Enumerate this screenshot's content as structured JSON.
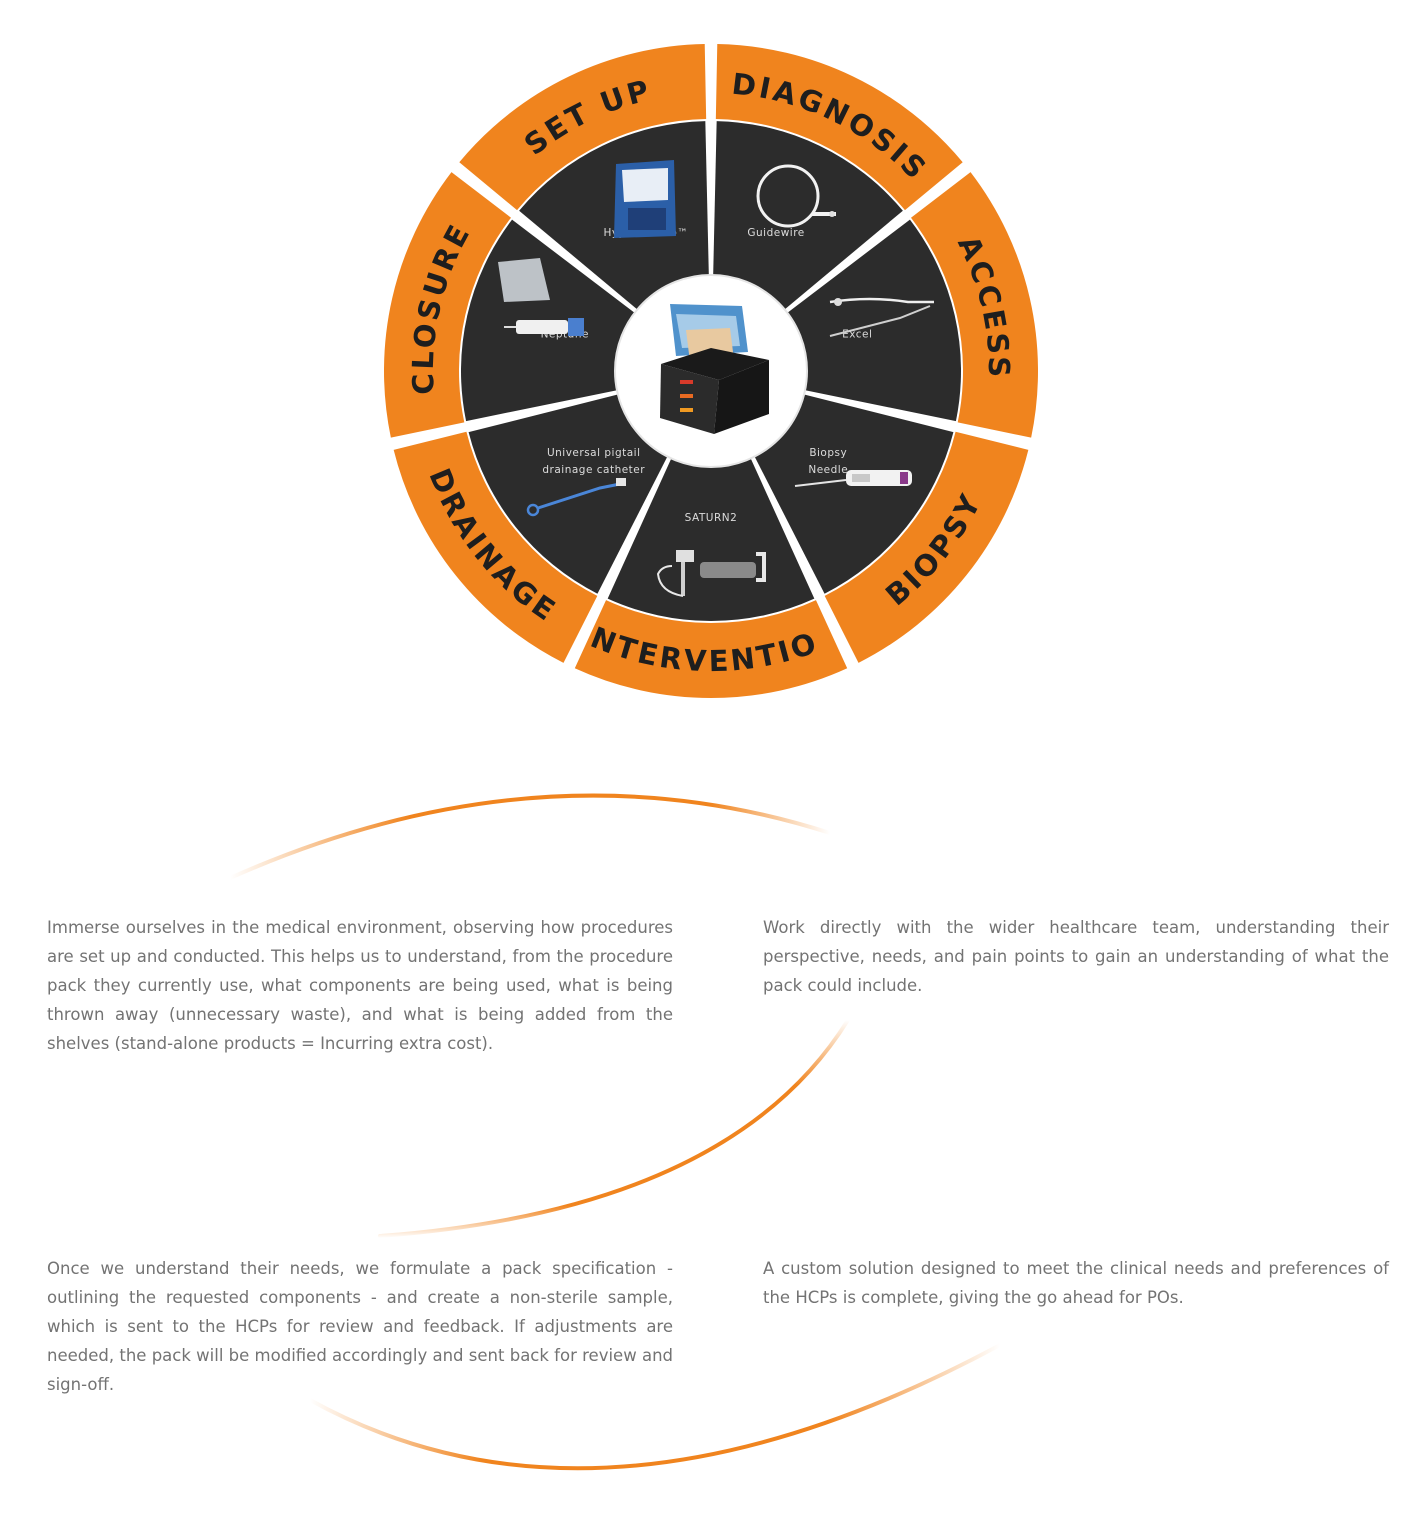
{
  "wheel": {
    "colors": {
      "orange": "#F0841E",
      "dark": "#2C2C2C",
      "center": "#FFFFFF"
    },
    "stages": [
      "SET UP",
      "DIAGNOSIS",
      "ACCESS",
      "BIOPSY",
      "INTERVENTION",
      "DRAINAGE",
      "CLOSURE"
    ],
    "products": [
      {
        "lines": [
          "HyperAbsorb™"
        ],
        "icon": "surgical-drape-pack"
      },
      {
        "lines": [
          "Guidewire"
        ],
        "icon": "coiled-guidewire"
      },
      {
        "lines": [
          "Excel"
        ],
        "icon": "access-needle"
      },
      {
        "lines": [
          "Biopsy",
          "Needle"
        ],
        "icon": "biopsy-gun"
      },
      {
        "lines": [
          "SATURN2"
        ],
        "icon": "inflation-device"
      },
      {
        "lines": [
          "Universal pigtail",
          "drainage catheter"
        ],
        "icon": "pigtail-catheter"
      },
      {
        "lines": [
          "Neptune"
        ],
        "icon": "syringe-and-bag"
      }
    ],
    "center_icon": "procedure-pack-box"
  },
  "paragraphs": [
    "Immerse ourselves in the medical environment, observing how procedures are set up and conducted. This helps us to understand, from the procedure pack they currently use, what components are being used, what is being thrown away (unnecessary waste), and what is being added from the shelves (stand-alone products = Incurring extra cost).",
    "Work directly with the wider healthcare team, understanding their perspective, needs, and pain points to gain an understanding of what the pack could include.",
    "Once we understand their needs, we formulate a pack specification - outlining the requested components - and create a non-sterile sample, which is sent to the HCPs for review and feedback. If adjustments are needed, the pack will be modified accordingly and sent back for review and sign-off.",
    "A custom solution designed to meet the clinical needs and preferences of the HCPs is complete, giving the go ahead for POs."
  ]
}
